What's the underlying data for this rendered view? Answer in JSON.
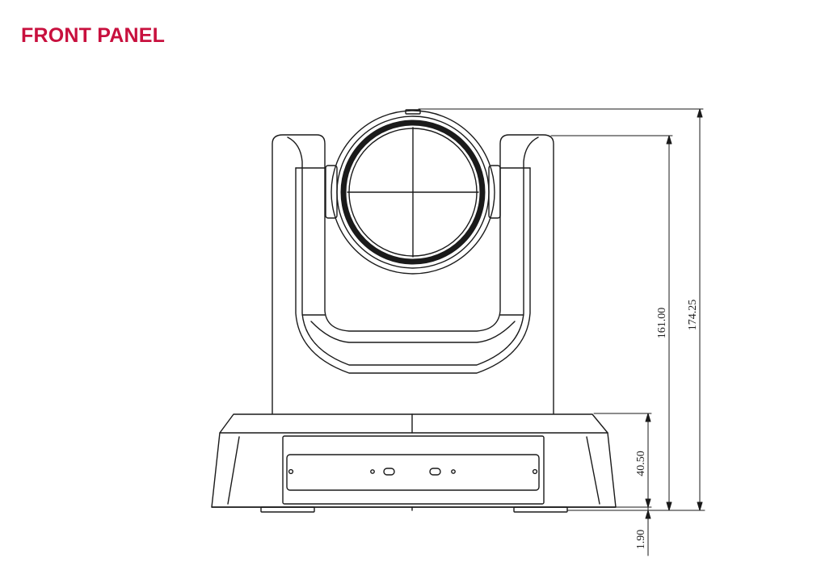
{
  "title": "FRONT PANEL",
  "dimensions": {
    "total_height": "174.25",
    "body_height": "161.00",
    "base_height": "40.50",
    "foot_height": "1.90"
  },
  "colors": {
    "title": "#c8103e",
    "line": "#1a1a1a"
  }
}
